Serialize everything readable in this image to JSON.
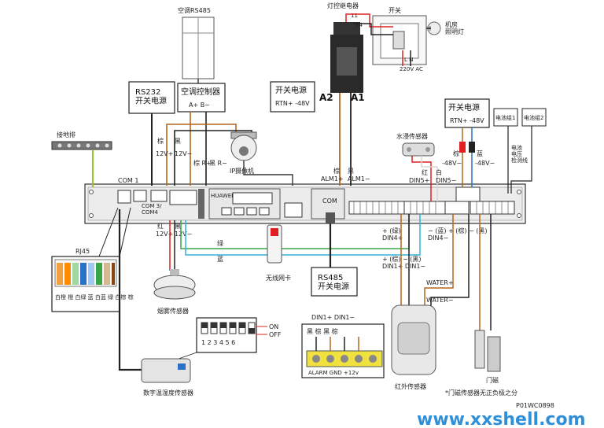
{
  "labels": {
    "ac_rs485": "空调RS485",
    "relay": "灯控继电器",
    "relay_11": "11",
    "relay_14": "14",
    "switch": "开关",
    "lamp": "机房\n照明灯",
    "ln": "L  N",
    "ac220": "220V AC",
    "rs232_psu": "RS232\n开关电源",
    "ac_ctrl": "空调控制器",
    "ac_ab": "A+  B−",
    "psu_top": "开关电源",
    "psu_top_v": "RTN+  -48V",
    "a2": "A2",
    "a1": "A1",
    "psu_right": "开关电源",
    "psu_right_v": "RTN+  -48V",
    "bat1": "电池组1",
    "bat2": "电池组2",
    "bat_detect": "电池\n电压\n检测线",
    "ground_bar": "接地排",
    "brown1": "棕",
    "black1": "黑",
    "v12p": "12V+",
    "v12m": "12V−",
    "brown_r": "棕\nR+",
    "black_r": "黑\nR−",
    "ip_cam": "IP摄像机",
    "com1": "COM 1",
    "com34": "COM 3/\nCOM4",
    "huawei": "HUAWEI",
    "com": "COM",
    "brown2": "棕",
    "black2": "黑",
    "alm1p": "ALM1+",
    "alm1m": "ALM1−",
    "water_sensor": "水浸传感器",
    "red_w": "红",
    "white_w": "白",
    "din5p": "DIN5+",
    "din5m": "DIN5−",
    "brown3": "棕",
    "blue3": "蓝",
    "v48m_a": "-48V−",
    "v48m_b": "-48V−",
    "red2": "红",
    "black3": "黑",
    "v12p2": "12V+",
    "v12m2": "12V−",
    "green": "绿",
    "blue": "蓝",
    "green_din": "+ (绿)\nDIN4+",
    "blue_din": "− (蓝)\nDIN4−",
    "plus_brown": "+ (棕)",
    "minus_black": "− (黑)",
    "rj45": "RJ45",
    "rj45_pins": "白橙 橙 白绿 蓝 白蓝 绿 白棕 棕",
    "wifi": "无线网卡",
    "smoke": "烟雾传感器",
    "rs485_psu": "RS485\n开关电源",
    "din1_lbl": "+ (棕)   − (黑)\nDIN1+   DIN1−",
    "water_p": "WATER+",
    "water_m": "WATER−",
    "dip_on": "ON",
    "dip_off": "OFF",
    "dip_nums": "1 2 3 4 5 6",
    "din1_top": "DIN1+ DIN1−",
    "term_colors": "黑 棕 黑 棕",
    "term_bottom": "ALARM  GND +12v",
    "thermo": "数字温湿度传感器",
    "ir": "红外传感器",
    "door": "门磁",
    "door_note": "*门磁传感器无正负极之分",
    "code": "P01WC0898",
    "watermark": "www.xxshell.com"
  },
  "colors": {
    "brown_wire": "#b5651d",
    "black_wire": "#222222",
    "red_wire": "#e02020",
    "green_wire": "#3aa64a",
    "blue_wire": "#2a72c8",
    "cyan_wire": "#30b0d8",
    "yellow_green": "#9ec13a",
    "watermark": "#2f8fd8"
  }
}
